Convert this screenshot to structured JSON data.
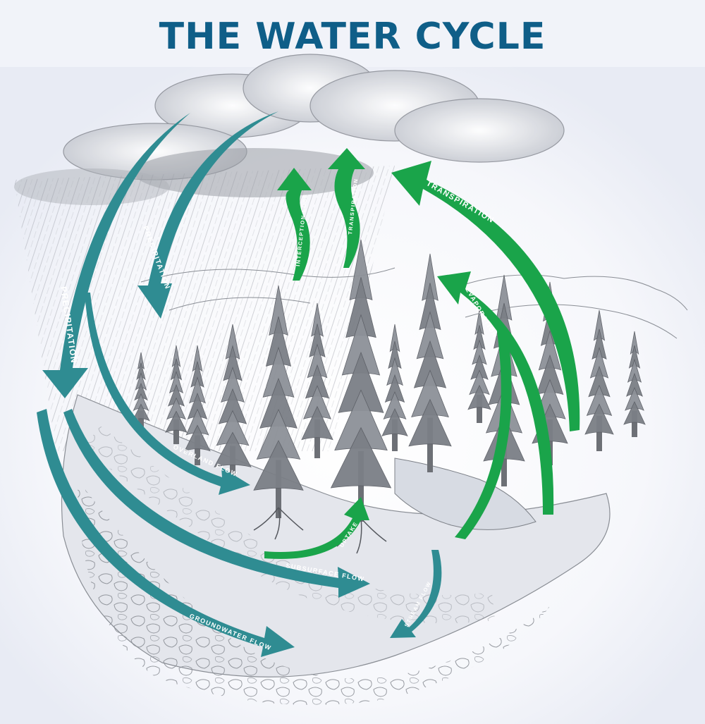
{
  "title": "THE WATER CYCLE",
  "colors": {
    "title": "#0f5e88",
    "blue_arrow": "#2f8c92",
    "green_arrow": "#1aa44a",
    "background": "#f1f3f9",
    "sketch": "#5c5f66"
  },
  "labels": {
    "precipitation_outer": "PRECIPITATION",
    "precipitation_inner": "PRECIPITATION",
    "overland_flow": "OVERLAND FLOW",
    "subsurface_flow": "SUBSURFACE FLOW",
    "groundwater_flow": "GROUNDWATER FLOW",
    "stream_flow": "STREAM FLOW",
    "uptake": "UPTAKE",
    "interception_loss": "INTERCEPTION LOSS",
    "transpiration_tree": "TRANSPIRATION",
    "transpiration_right": "TRANSPIRATION",
    "evaporation": "EVAPORATION"
  }
}
